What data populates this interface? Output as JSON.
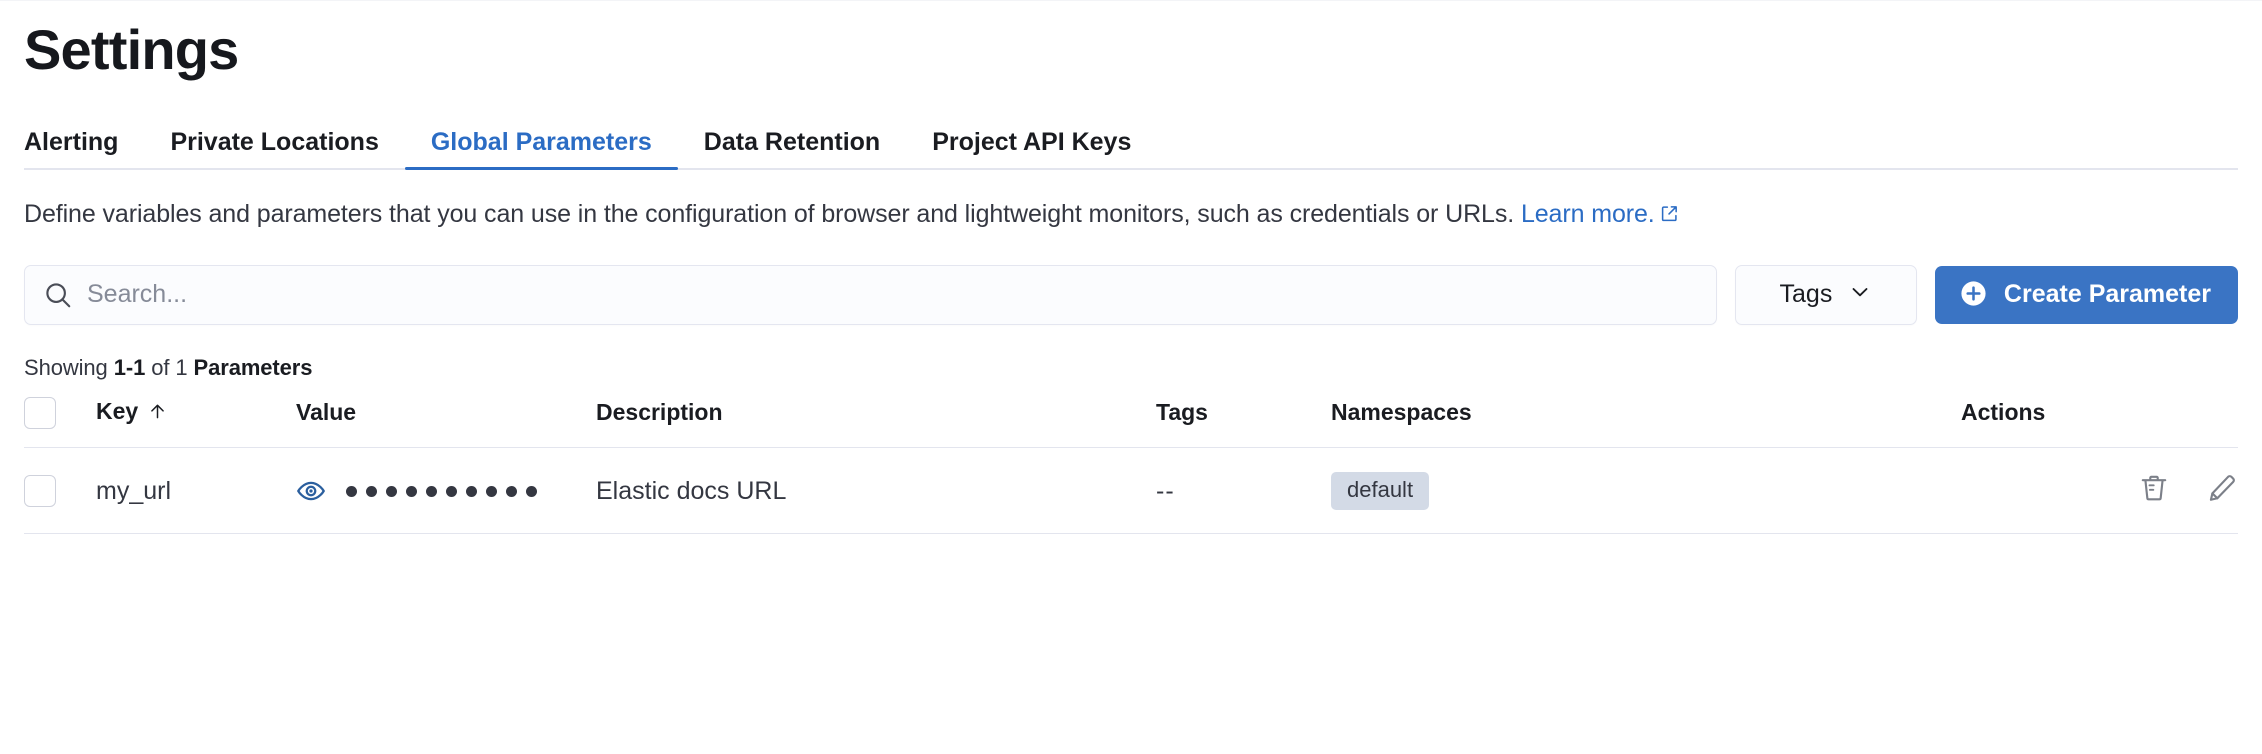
{
  "page": {
    "title": "Settings"
  },
  "tabs": [
    {
      "label": "Alerting",
      "active": false
    },
    {
      "label": "Private Locations",
      "active": false
    },
    {
      "label": "Global Parameters",
      "active": true
    },
    {
      "label": "Data Retention",
      "active": false
    },
    {
      "label": "Project API Keys",
      "active": false
    }
  ],
  "description": {
    "text": "Define variables and parameters that you can use in the configuration of browser and lightweight monitors, such as credentials or URLs. ",
    "link_label": "Learn more.",
    "link_icon": "external-link-icon"
  },
  "toolbar": {
    "search_placeholder": "Search...",
    "search_value": "",
    "search_icon": "search-icon",
    "tags_label": "Tags",
    "tags_icon": "chevron-down-icon",
    "create_label": "Create Parameter",
    "create_icon": "plus-circle-icon"
  },
  "showing": {
    "prefix": "Showing ",
    "range": "1-1",
    "middle": " of 1 ",
    "suffix": "Parameters"
  },
  "table": {
    "columns": [
      {
        "key": "check",
        "label": ""
      },
      {
        "key": "key",
        "label": "Key",
        "sort": "asc",
        "sort_icon": "arrow-up-icon"
      },
      {
        "key": "value",
        "label": "Value"
      },
      {
        "key": "description",
        "label": "Description"
      },
      {
        "key": "tags",
        "label": "Tags"
      },
      {
        "key": "namespaces",
        "label": "Namespaces"
      },
      {
        "key": "actions",
        "label": "Actions"
      }
    ],
    "rows": [
      {
        "key": "my_url",
        "value_masked": "••••••••••",
        "value_dots": 10,
        "value_toggle_icon": "eye-icon",
        "description": "Elastic docs URL",
        "tags": "--",
        "namespaces": [
          "default"
        ],
        "actions": [
          {
            "name": "delete-icon",
            "label": "Delete"
          },
          {
            "name": "edit-icon",
            "label": "Edit"
          }
        ]
      }
    ]
  },
  "colors": {
    "accent": "#2b6cc4",
    "primary_button": "#3a74c4",
    "badge_bg": "#d3dae6",
    "text": "#343741",
    "heading": "#16181d",
    "border": "#e3e5ee",
    "eye_icon": "#2b5f9e",
    "action_icon": "#7c8089"
  }
}
